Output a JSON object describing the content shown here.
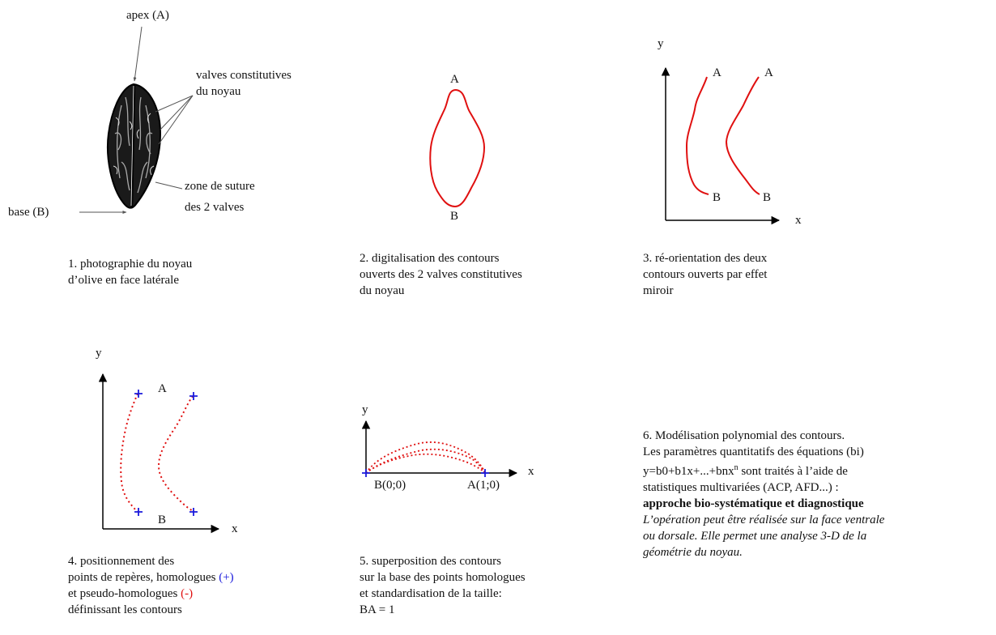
{
  "panel1": {
    "apex_label": "apex (A)",
    "valves_label": [
      "valves constitutives",
      "du noyau"
    ],
    "suture_label": [
      "zone de suture",
      "des 2 valves"
    ],
    "base_label": "base (B)",
    "caption": [
      "1. photographie du noyau",
      "d’olive en face latérale"
    ]
  },
  "panel2": {
    "label_a": "A",
    "label_b": "B",
    "caption": [
      "2. digitalisation des contours",
      "ouverts des 2 valves constitutives",
      "du noyau"
    ]
  },
  "panel3": {
    "axis_y": "y",
    "axis_x": "x",
    "label_a1": "A",
    "label_a2": "A",
    "label_b1": "B",
    "label_b2": "B",
    "caption": [
      "3. ré-orientation des deux",
      "contours ouverts par effet",
      "miroir"
    ]
  },
  "panel4": {
    "axis_y": "y",
    "axis_x": "x",
    "label_a": "A",
    "label_b": "B",
    "caption_line1": "4. positionnement des",
    "caption_line2_pre": "points de repères, homologues ",
    "caption_line2_sym": "(+)",
    "caption_line3_pre": "et pseudo-homologues ",
    "caption_line3_sym": "(-)",
    "caption_line4": "définissant les contours"
  },
  "panel5": {
    "axis_y": "y",
    "axis_x": "x",
    "label_b": "B(0;0)",
    "label_a": "A(1;0)",
    "caption": [
      "5. superposition des contours",
      "sur la base des points homologues",
      "et standardisation de la taille:",
      "BA = 1"
    ]
  },
  "panel6": {
    "line1": "6. Modélisation polynomial des contours.",
    "line2": "Les paramètres quantitatifs des équations (bi)",
    "line3_pre": "y=b0+b1x+...+bnx",
    "line3_sup": "n",
    "line3_post": " sont traités à l’aide de",
    "line4": "statistiques multivariées (ACP, AFD...) :",
    "bold_line": "approche bio-systématique et diagnostique",
    "italic_lines": [
      "L’opération peut être réalisée sur la face ventrale",
      "ou dorsale. Elle permet une analyse 3-D de la",
      "géométrie du noyau."
    ]
  },
  "colors": {
    "contour": "#e01010",
    "landmark": "#1a1adc",
    "axis": "#000000"
  }
}
